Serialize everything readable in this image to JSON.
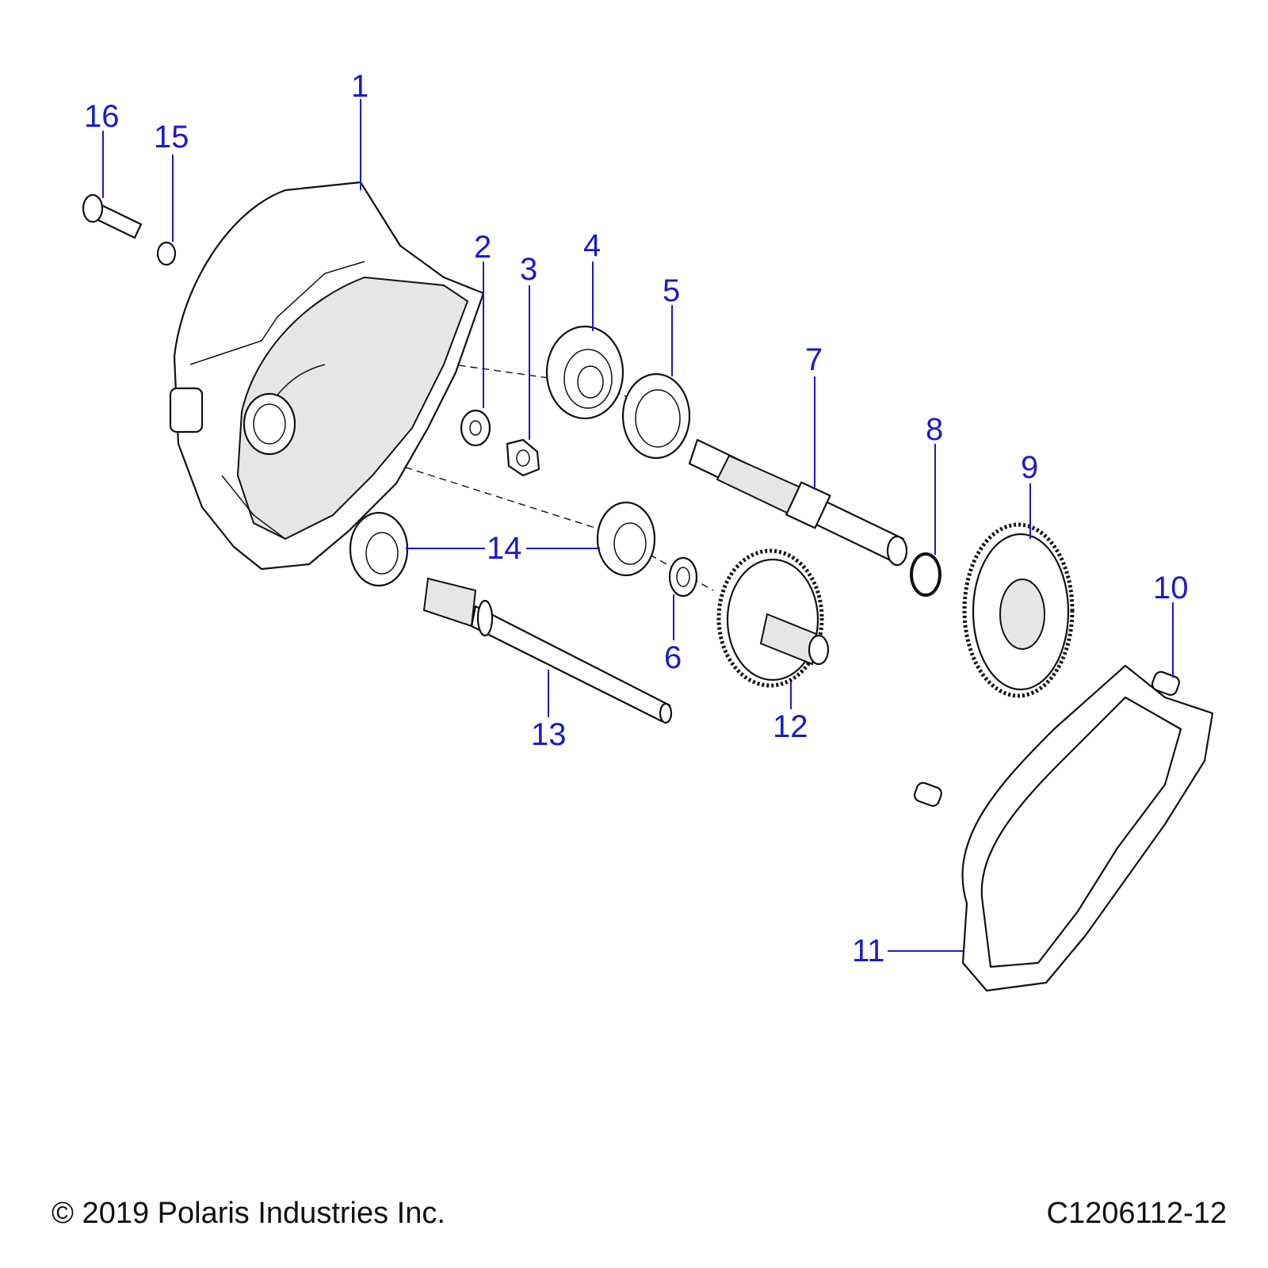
{
  "callouts": {
    "c1": "1",
    "c2": "2",
    "c3": "3",
    "c4": "4",
    "c5": "5",
    "c6": "6",
    "c7": "7",
    "c8": "8",
    "c9": "9",
    "c10": "10",
    "c11": "11",
    "c12": "12",
    "c13": "13",
    "c14": "14",
    "c15": "15",
    "c16": "16"
  },
  "footer": {
    "copyright": "© 2019 Polaris Industries Inc.",
    "diagram_id": "C1206112-12"
  },
  "colors": {
    "callout": "#1a1acc",
    "line": "#111111"
  }
}
